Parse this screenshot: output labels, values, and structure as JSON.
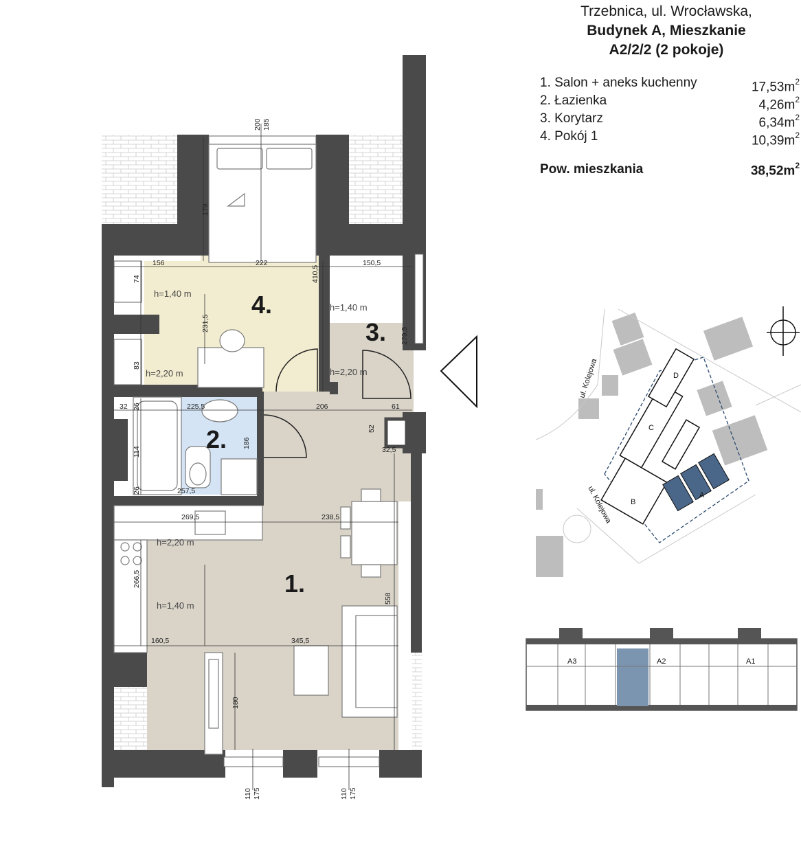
{
  "header": {
    "line1": "Trzebnica, ul. Wrocławska,",
    "line2": "Budynek A, Mieszkanie",
    "line3": "A2/2/2 (2 pokoje)"
  },
  "rooms": [
    {
      "label": "1. Salon + aneks kuchenny",
      "area": "17,53m",
      "sup": "2"
    },
    {
      "label": "2. Łazienka",
      "area": "4,26m",
      "sup": "2"
    },
    {
      "label": "3. Korytarz",
      "area": "6,34m",
      "sup": "2"
    },
    {
      "label": "4. Pokój 1",
      "area": "10,39m",
      "sup": "2"
    }
  ],
  "total": {
    "label": "Pow. mieszkania",
    "area": "38,52m",
    "sup": "2"
  },
  "plan": {
    "room_numbers": [
      "1.",
      "2.",
      "3.",
      "4."
    ],
    "heights": [
      "h=1,40  m",
      "h=2,20  m",
      "h=1,40  m",
      "h=2,20  m",
      "h=2,20  m",
      "h=1,40  m"
    ],
    "dimensions": [
      "200",
      "185",
      "179",
      "156",
      "222",
      "410,5",
      "150,5",
      "74",
      "231,5",
      "279,5",
      "83",
      "32",
      "26",
      "225,5",
      "206",
      "61",
      "52",
      "32,5",
      "186",
      "114",
      "26",
      "257,5",
      "269,5",
      "238,5",
      "266,5",
      "558",
      "160,5",
      "345,5",
      "180",
      "110",
      "175",
      "110",
      "175"
    ]
  },
  "site_map": {
    "street_labels": [
      "ul. Kolejowa",
      "ul. Kolejowa"
    ],
    "building_labels": [
      "A",
      "B",
      "C",
      "D"
    ]
  },
  "floor_strip": {
    "stair_labels": [
      "A3",
      "A2",
      "A1"
    ]
  },
  "colors": {
    "wall": "#4a4a4a",
    "room4": "#f2edd0",
    "bathroom": "#d4e4f4",
    "living": "#d9d3c8",
    "highlight": "#7b94b0"
  }
}
